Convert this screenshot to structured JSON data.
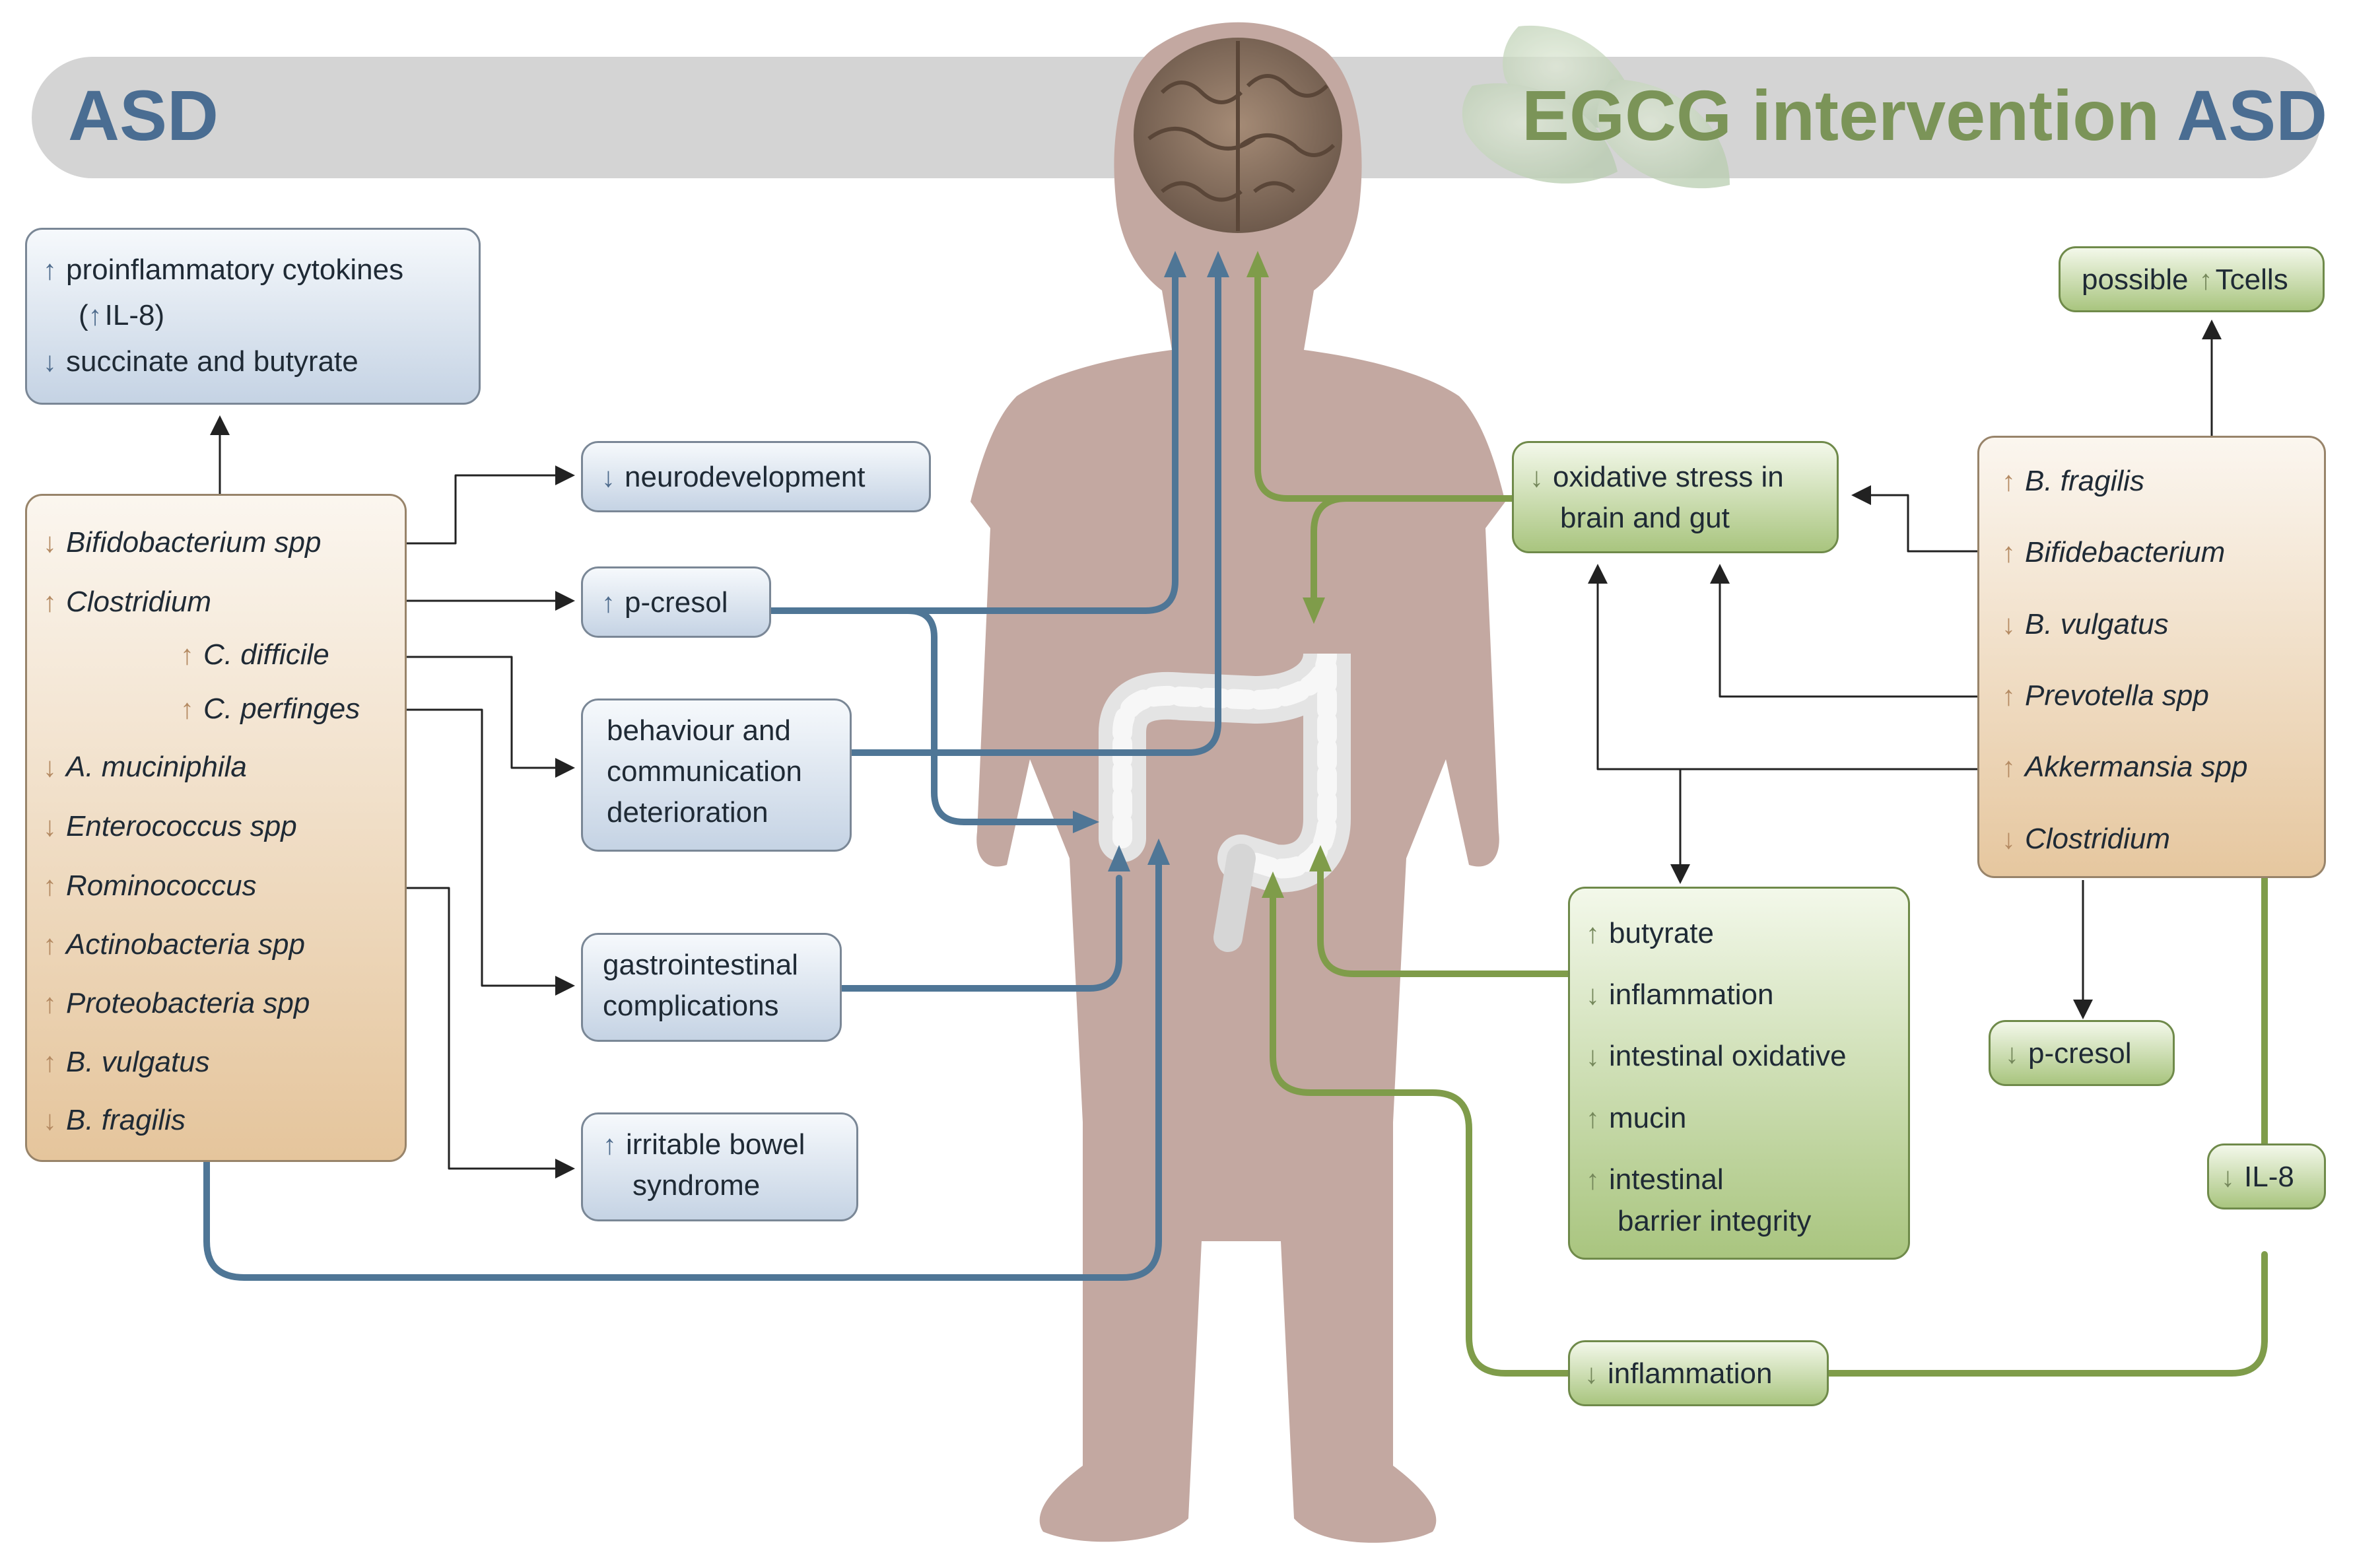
{
  "header": {
    "left_title": "ASD",
    "right_title_green": "EGCG intervention",
    "right_title_blue": "ASD"
  },
  "left": {
    "markers": {
      "proinflam": "up",
      "succ": "down",
      "bifido": "down",
      "clostridium": "up",
      "cdiff": "up",
      "cperf": "up",
      "amuc": "down",
      "entero": "down",
      "romino": "up",
      "actino": "up",
      "proteo": "up",
      "bvulg": "up",
      "bfrag": "down"
    },
    "cytokines": {
      "line1": "proinflammatory cytokines",
      "line2_open": "(",
      "line2_il8": "IL-8)",
      "line3": "succinate and butyrate"
    },
    "bacteria": {
      "bifido": "Bifidobacterium spp",
      "clostridium": "Clostridium",
      "cdiff": "C. difficile",
      "cperf": "C. perfinges",
      "amuc": "A. muciniphila",
      "entero": "Enterococcus spp",
      "romino": "Rominococcus",
      "actino": "Actinobacteria spp",
      "proteo": "Proteobacteria spp",
      "bvulg": "B. vulgatus",
      "bfrag": "B. fragilis"
    }
  },
  "middle": {
    "neuro": "neurodevelopment",
    "pcresol": "p-cresol",
    "behaviour": [
      "behaviour and",
      "communication",
      "deterioration"
    ],
    "gastro": [
      "gastrointestinal",
      "complications"
    ],
    "ibs": [
      "irritable bowel",
      "syndrome"
    ]
  },
  "right": {
    "tcells": [
      "possible",
      "Tcells"
    ],
    "oxid": [
      "oxidative stress in",
      "brain and gut"
    ],
    "bacteria": {
      "bfrag": "B. fragilis",
      "bifide": "Bifidebacterium",
      "bvulg": "B. vulgatus",
      "prev": "Prevotella spp",
      "akk": "Akkermansia spp",
      "clos": "Clostridium"
    },
    "effects": {
      "butyrate": "butyrate",
      "inflammation": "inflammation",
      "intestinal_oxidative": "intestinal oxidative",
      "mucin": "mucin",
      "barrier": [
        "intestinal",
        "barrier integrity"
      ]
    },
    "pcresol": "p-cresol",
    "il8": "IL-8",
    "inflammation_bottom": "inflammation"
  },
  "colors": {
    "blue_flow": "#4f7696",
    "green_flow": "#7f9c4a",
    "silhouette": "#c3a8a1",
    "header_bar": "#d4d4d4",
    "title_blue": "#4a6d92",
    "title_green": "#7b9458"
  }
}
